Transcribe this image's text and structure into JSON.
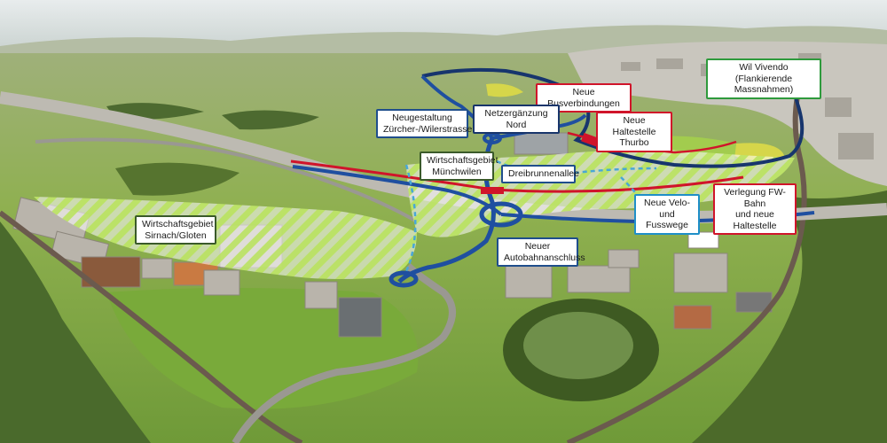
{
  "colors": {
    "sky": "#e3e8ea",
    "hills": "#a6b28d",
    "field": "#9cc05a",
    "field_dark": "#6f9a3a",
    "forest": "#46602c",
    "urban": "#c8c4bc",
    "road": "#8e8d88",
    "highway": "#b8b6b0",
    "railway": "#6b5a4e",
    "pond": "#6f8f4a",
    "hatch_green": "#b9e35a",
    "hatch_white": "#ffffff",
    "bus_blue": "#1f4fa0",
    "navy": "#17356d",
    "rail_red": "#d0142a",
    "light_blue_dashed": "#49a7d6",
    "label_border_blue": "#1f4e8c",
    "label_border_red": "#d0142a",
    "label_border_green": "#2e9a3c"
  },
  "labels": {
    "wil_vivendo": "Wil Vivendo\n(Flankierende Massnahmen)",
    "neue_busverbindungen": "Neue Busverbindungen",
    "neue_haltestelle_thurbo": "Neue Haltestelle\nThurbo",
    "netzergaenzung_nord": "Netzergänzung Nord",
    "neugestaltung": "Neugestaltung\nZürcher-/Wilerstrasse",
    "wirtschaftsgebiet_muenchwilen": "Wirtschaftsgebiet\nMünchwilen",
    "dreibrunnenallee": "Dreibrunnenallee",
    "wirtschaftsgebiet_sirnach": "Wirtschaftsgebiet\nSirnach/Gloten",
    "neue_velo": "Neue Velo-\nund Fusswege",
    "verlegung_fw_bahn": "Verlegung FW-Bahn\nund neue Haltestelle",
    "neuer_autobahnanschluss": "Neuer\nAutobahnanschluss"
  }
}
